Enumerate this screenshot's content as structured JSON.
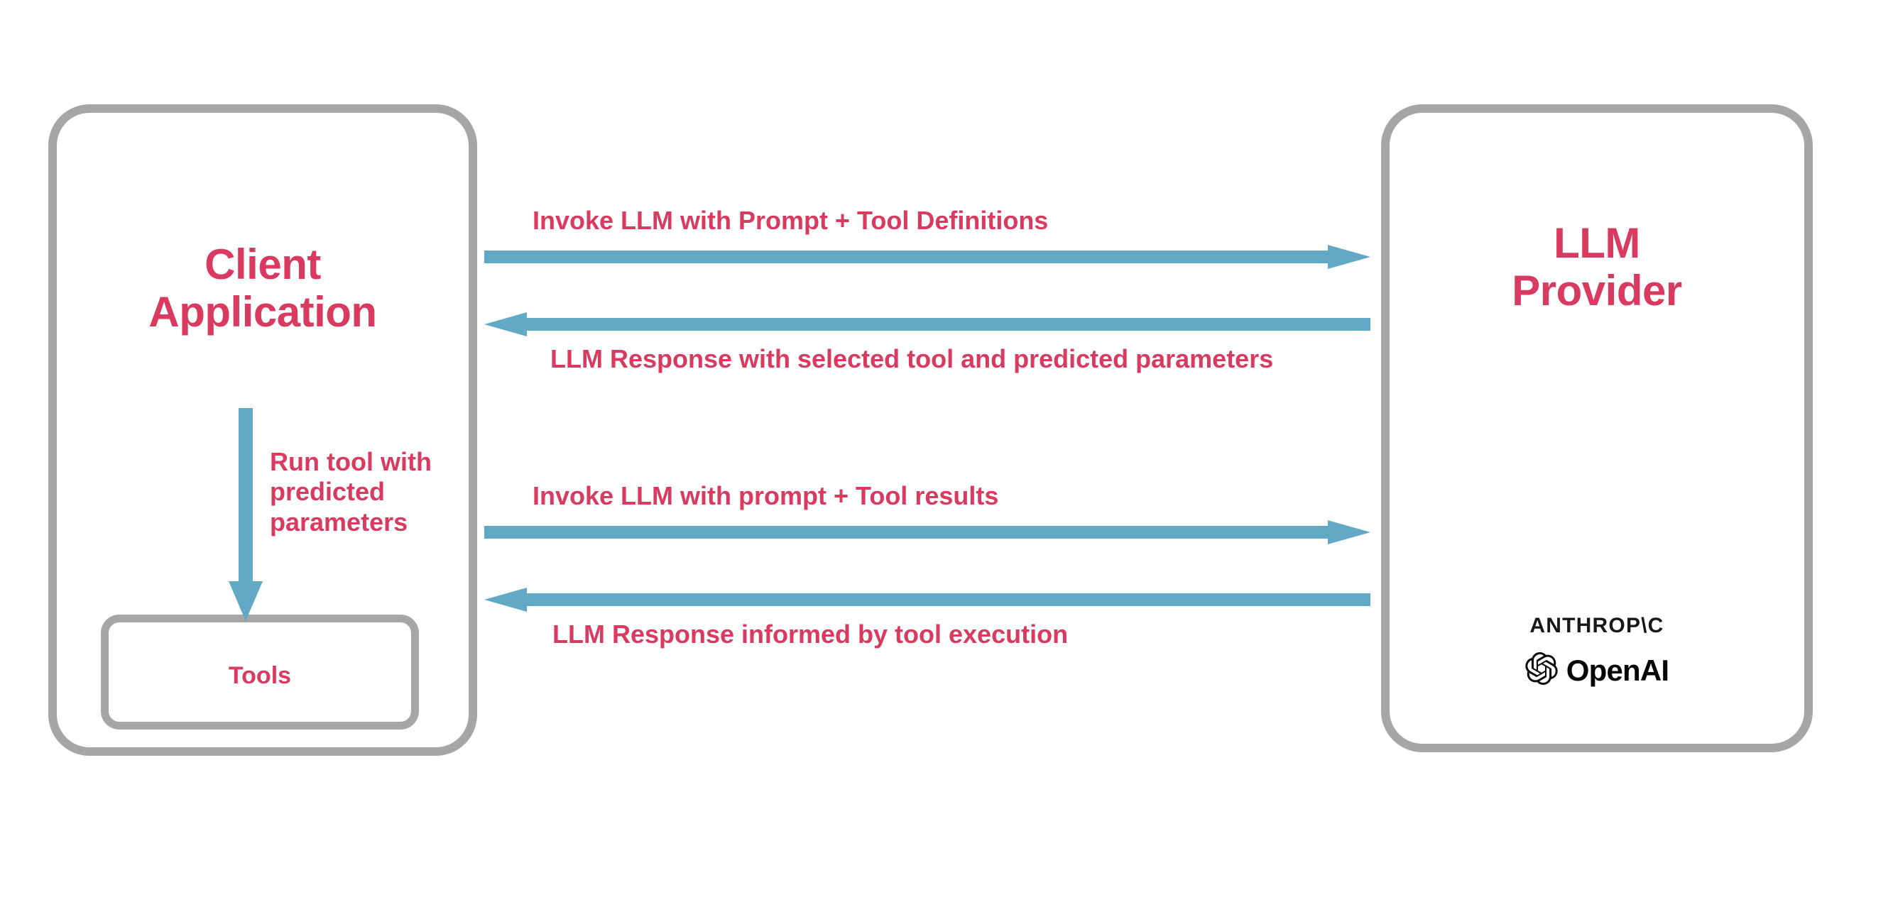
{
  "diagram": {
    "title": "LLM tool-calling sequence between client application and LLM provider",
    "colors": {
      "accent_pink": "#d93a5f",
      "arrow_blue": "#62a9c5",
      "box_gray": "#a6a6a6",
      "background": "#ffffff",
      "logo_black": "#0d0d0d"
    }
  },
  "client": {
    "title": "Client\nApplication",
    "title_line1": "Client",
    "title_line2": "Application",
    "tools": {
      "label": "Tools"
    },
    "internal_arrow": {
      "label": "Run tool with predicted parameters",
      "label_line1": "Run tool with",
      "label_line2": "predicted",
      "label_line3": "parameters",
      "direction": "down",
      "icon": "arrow-down-icon"
    }
  },
  "provider": {
    "title": "LLM\nProvider",
    "title_line1": "LLM",
    "title_line2": "Provider",
    "logos": [
      {
        "name": "anthropic-logo",
        "text": "ANTHROP\\C"
      },
      {
        "name": "openai-logo",
        "text": "OpenAI"
      }
    ]
  },
  "messages": [
    {
      "label": "Invoke LLM with Prompt + Tool Definitions",
      "direction": "right",
      "icon": "arrow-right-icon",
      "label_position": "above"
    },
    {
      "label": "LLM Response with selected tool and predicted parameters",
      "direction": "left",
      "icon": "arrow-left-icon",
      "label_position": "below"
    },
    {
      "label": "Invoke LLM with prompt + Tool results",
      "direction": "right",
      "icon": "arrow-right-icon",
      "label_position": "above"
    },
    {
      "label": "LLM Response informed by tool execution",
      "direction": "left",
      "icon": "arrow-left-icon",
      "label_position": "below"
    }
  ]
}
